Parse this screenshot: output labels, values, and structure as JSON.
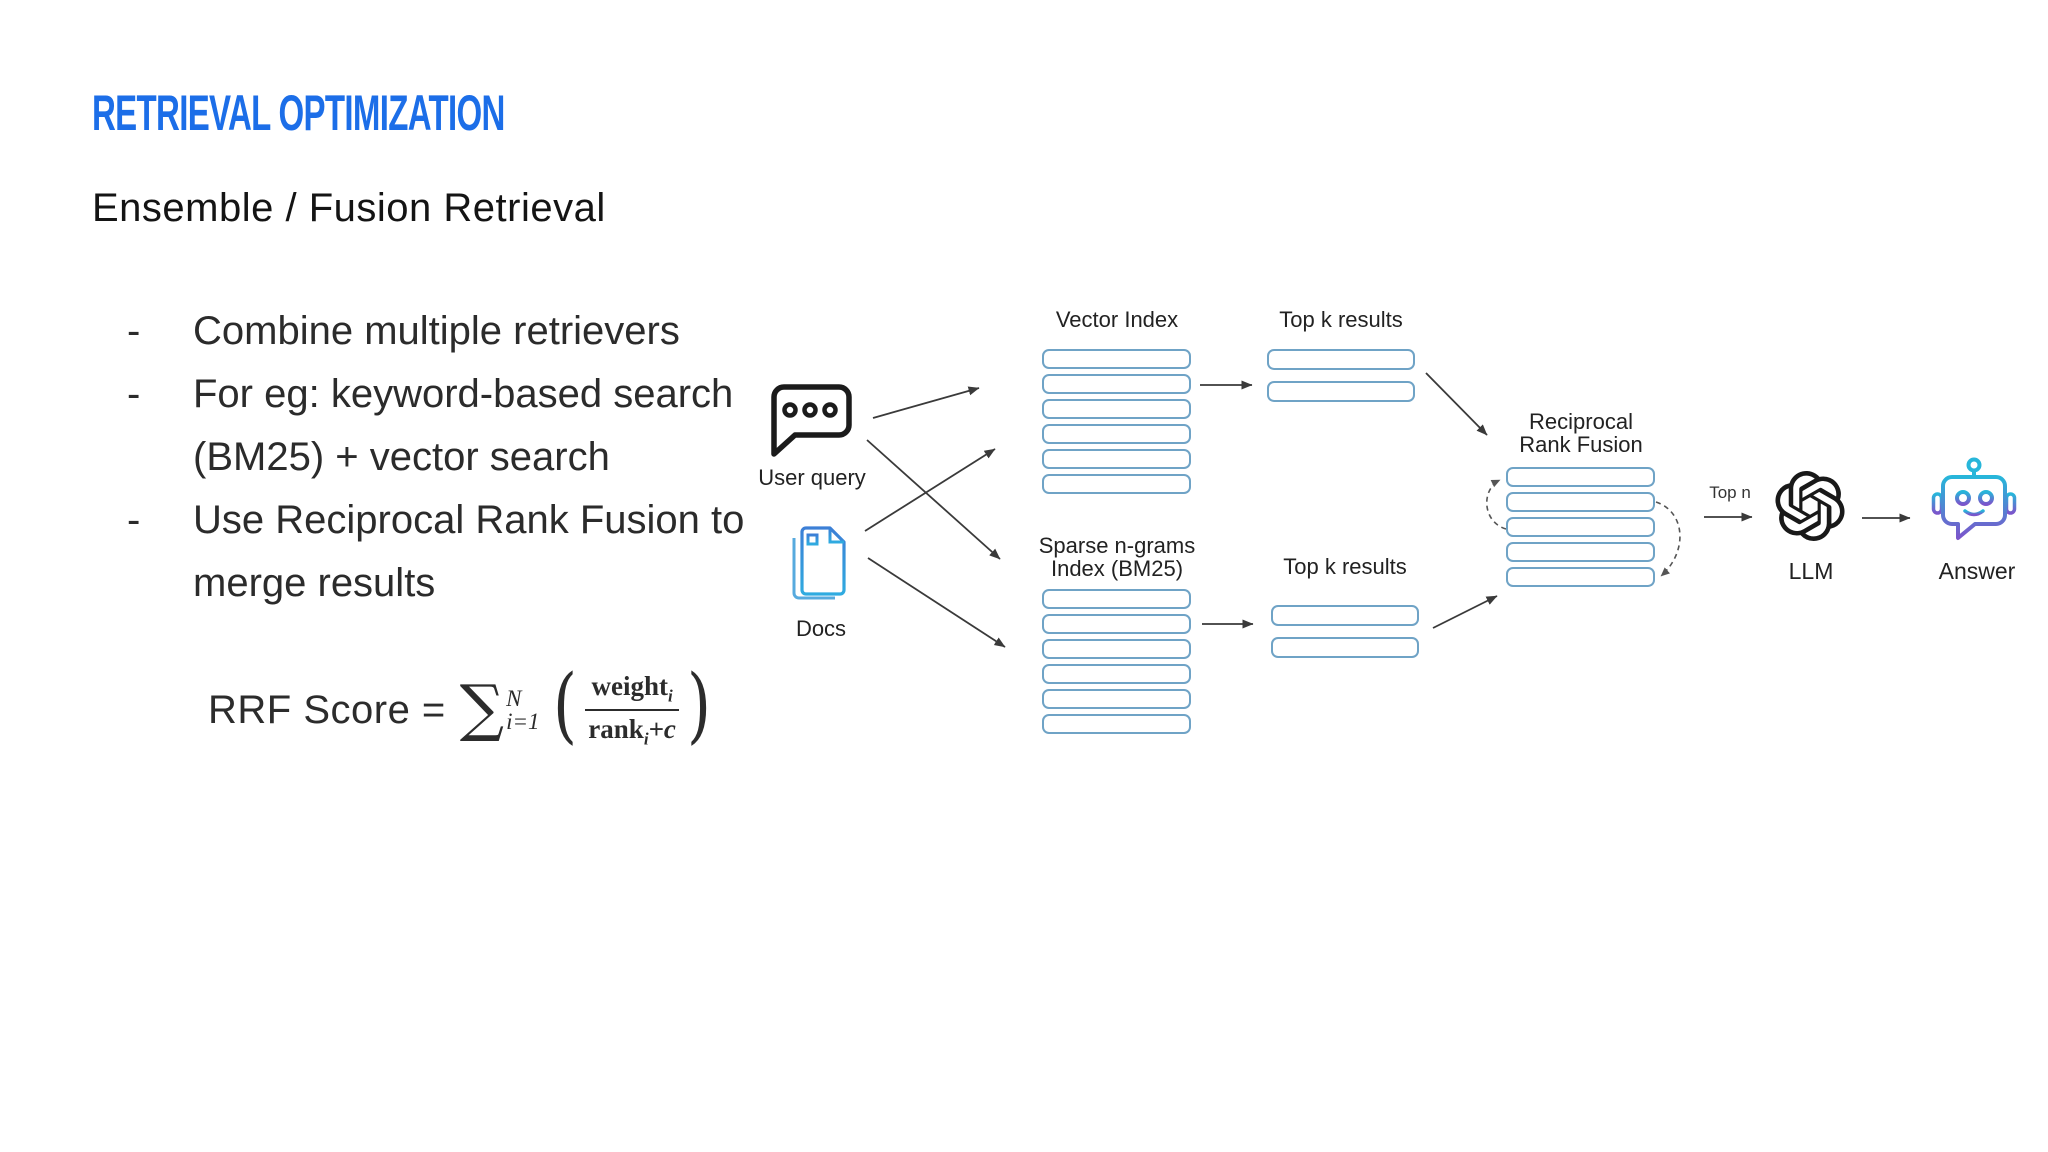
{
  "slide": {
    "title": "RETRIEVAL OPTIMIZATION",
    "subtitle": "Ensemble / Fusion Retrieval",
    "bullet_dash": "-",
    "bullets": [
      {
        "lines": [
          "Combine multiple retrievers"
        ]
      },
      {
        "lines": [
          "For eg: keyword-based search",
          "(BM25) + vector search"
        ]
      },
      {
        "lines": [
          "Use Reciprocal Rank Fusion to",
          "merge results"
        ]
      }
    ],
    "formula": {
      "lhs": "RRF Score =",
      "sigma": "∑",
      "upper_limit": "N",
      "lower_limit": "i=1",
      "lparen": "(",
      "rparen": ")",
      "numerator_base": "weight",
      "numerator_sub": "i",
      "denominator_base": "rank",
      "denominator_sub": "i",
      "denominator_tail": "+c"
    }
  },
  "diagram": {
    "user_query": {
      "label": "User query"
    },
    "docs": {
      "label": "Docs"
    },
    "vector_index": {
      "label": "Vector Index",
      "rows": 6
    },
    "top_k_vector": {
      "label": "Top k results",
      "rows": 2
    },
    "sparse_index": {
      "label_line1": "Sparse n-grams",
      "label_line2": "Index (BM25)",
      "rows": 6
    },
    "top_k_sparse": {
      "label": "Top k results",
      "rows": 2
    },
    "rrf": {
      "label_line1": "Reciprocal",
      "label_line2": "Rank Fusion",
      "rows": 5
    },
    "top_n": {
      "label": "Top n"
    },
    "llm": {
      "label": "LLM"
    },
    "answer": {
      "label": "Answer"
    }
  },
  "colors": {
    "title_blue": "#1c6ee8",
    "box_border": "#6fa3c6",
    "arrow": "#3a3a3a",
    "icon_black": "#1b1b1b",
    "doc_blue_top": "#3c7fd6",
    "doc_blue_bottom": "#2fabe0",
    "robot_cyan": "#27b6da",
    "robot_purple": "#7b55cb",
    "text_dark": "#212121"
  }
}
